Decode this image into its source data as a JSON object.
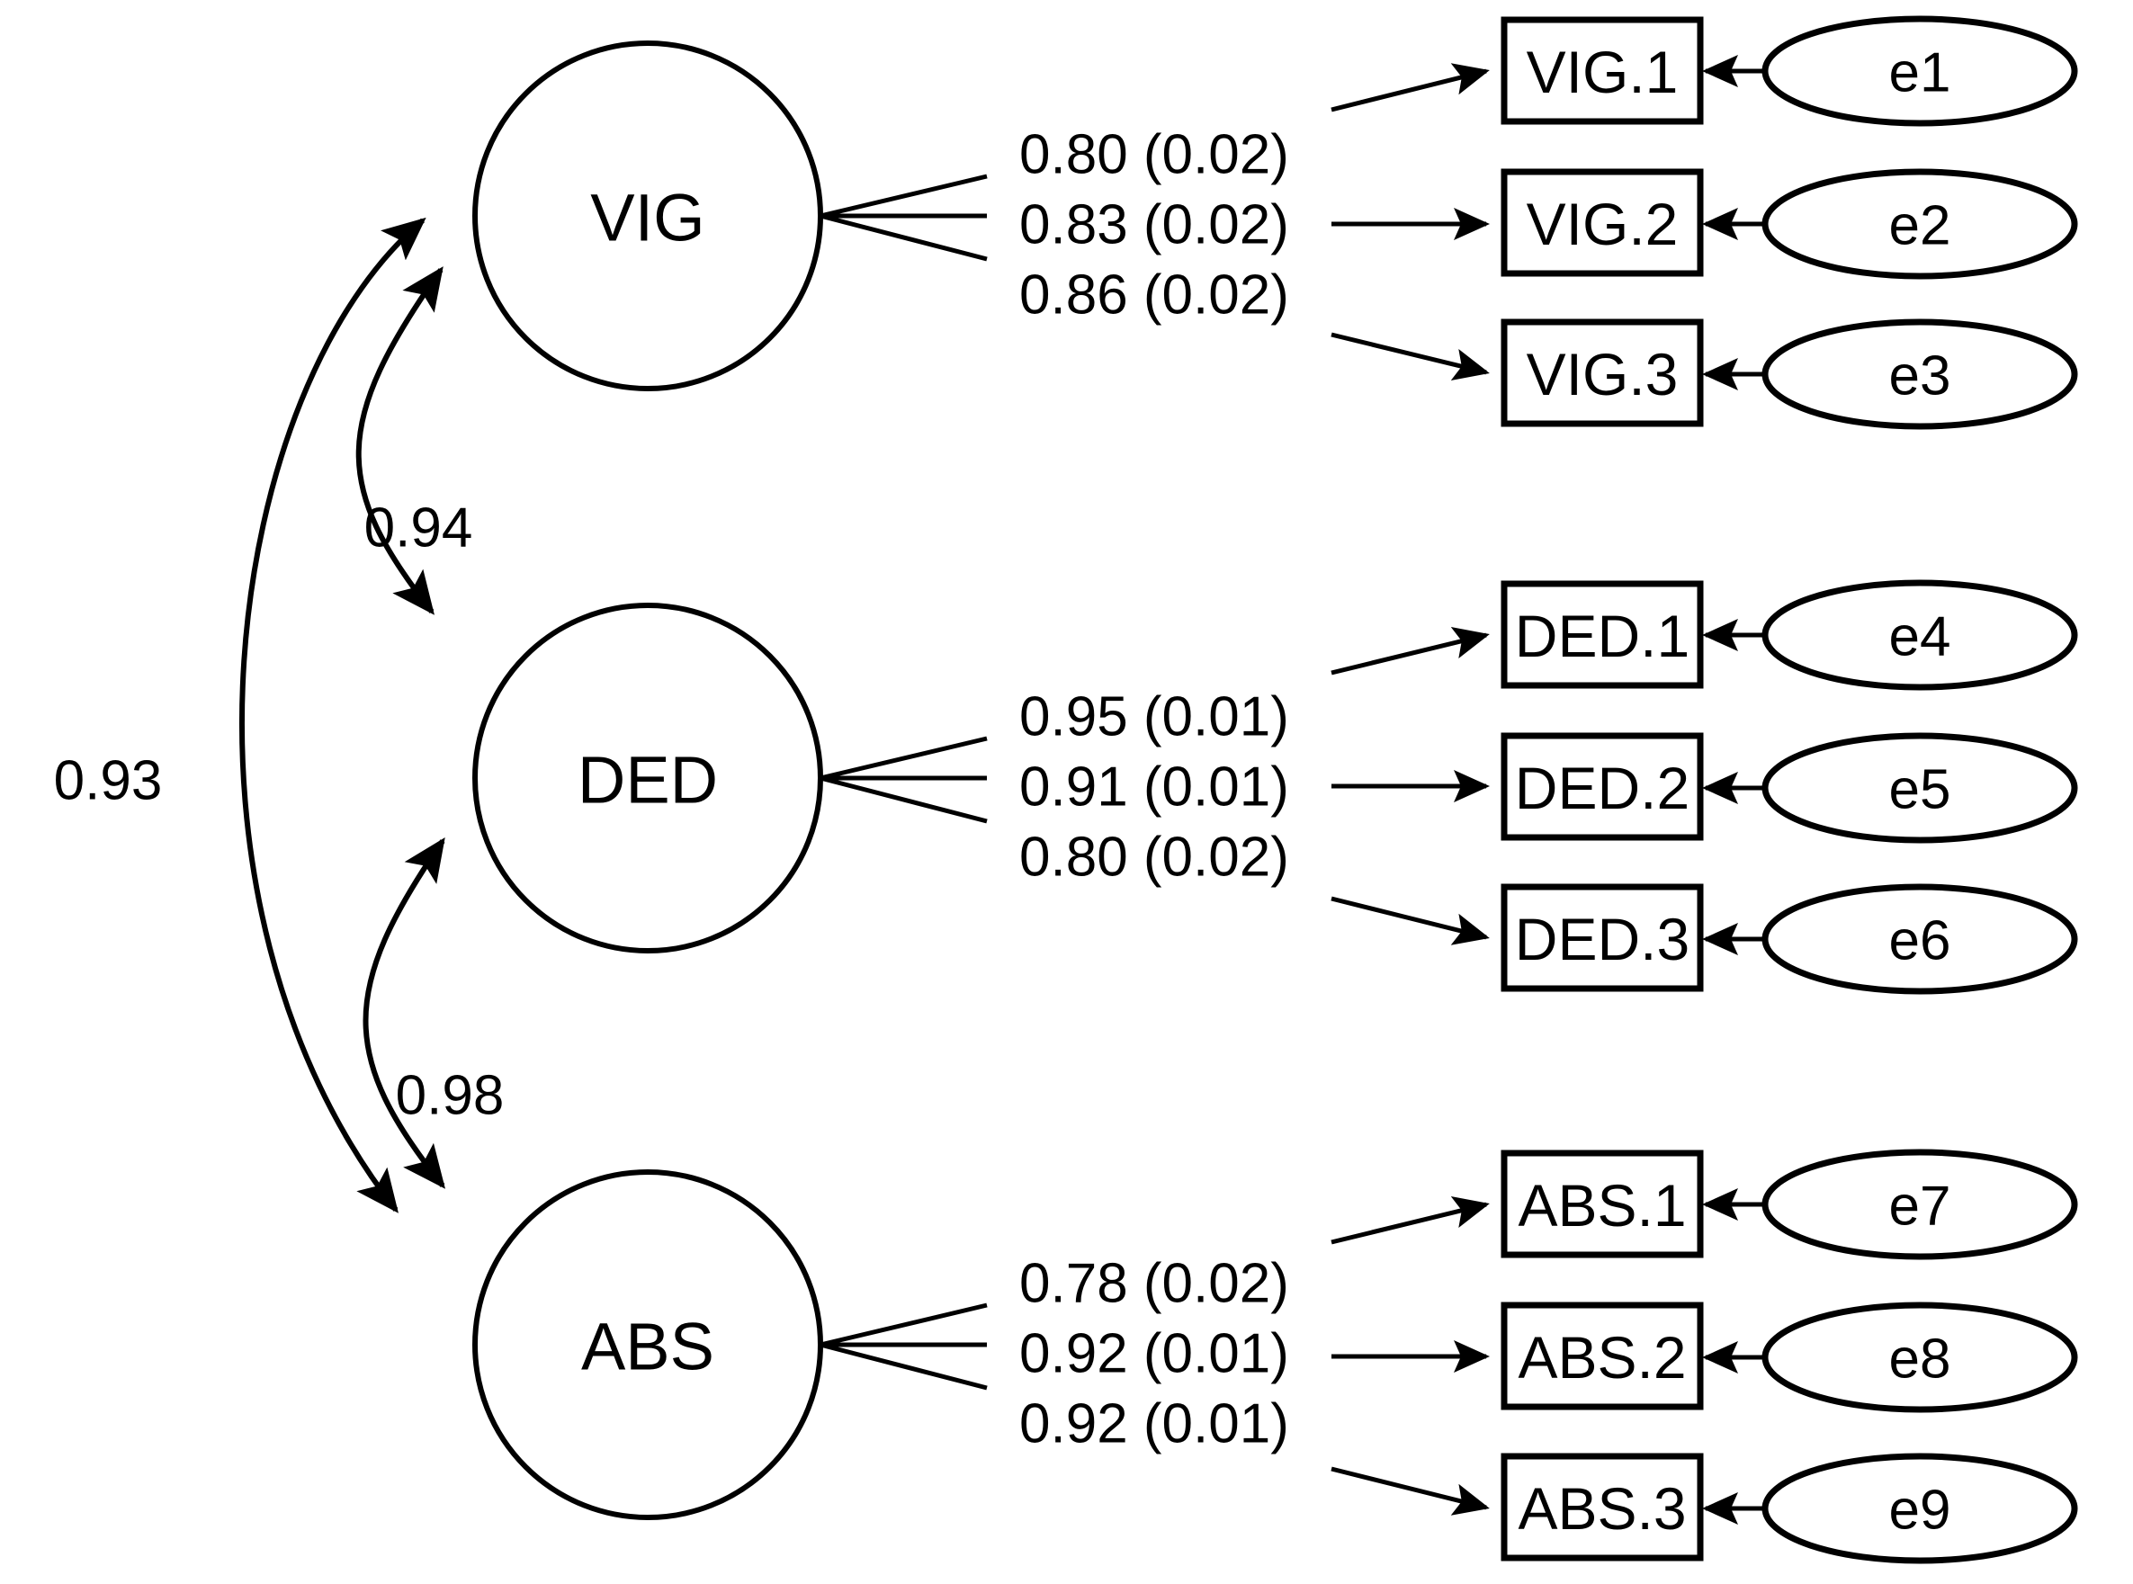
{
  "chart_data": {
    "type": "diagram",
    "title": "",
    "diagram_kind": "confirmatory-factor-analysis-path-diagram",
    "notation": "standardized loading (standard error)",
    "factors": [
      {
        "id": "VIG",
        "label": "VIG",
        "loadings": [
          {
            "indicator": "VIG.1",
            "error": "e1",
            "estimate": 0.8,
            "se": 0.02,
            "text": "0.80 (0.02)"
          },
          {
            "indicator": "VIG.2",
            "error": "e2",
            "estimate": 0.83,
            "se": 0.02,
            "text": "0.83 (0.02)"
          },
          {
            "indicator": "VIG.3",
            "error": "e3",
            "estimate": 0.86,
            "se": 0.02,
            "text": "0.86 (0.02)"
          }
        ]
      },
      {
        "id": "DED",
        "label": "DED",
        "loadings": [
          {
            "indicator": "DED.1",
            "error": "e4",
            "estimate": 0.95,
            "se": 0.01,
            "text": "0.95 (0.01)"
          },
          {
            "indicator": "DED.2",
            "error": "e5",
            "estimate": 0.91,
            "se": 0.01,
            "text": "0.91 (0.01)"
          },
          {
            "indicator": "DED.3",
            "error": "e6",
            "estimate": 0.8,
            "se": 0.02,
            "text": "0.80 (0.02)"
          }
        ]
      },
      {
        "id": "ABS",
        "label": "ABS",
        "loadings": [
          {
            "indicator": "ABS.1",
            "error": "e7",
            "estimate": 0.78,
            "se": 0.02,
            "text": "0.78 (0.02)"
          },
          {
            "indicator": "ABS.2",
            "error": "e8",
            "estimate": 0.92,
            "se": 0.01,
            "text": "0.92 (0.01)"
          },
          {
            "indicator": "ABS.3",
            "error": "e9",
            "estimate": 0.92,
            "se": 0.01,
            "text": "0.92 (0.01)"
          }
        ]
      }
    ],
    "correlations": [
      {
        "between": [
          "VIG",
          "DED"
        ],
        "value": 0.94,
        "text": "0.94"
      },
      {
        "between": [
          "DED",
          "ABS"
        ],
        "value": 0.98,
        "text": "0.98"
      },
      {
        "between": [
          "VIG",
          "ABS"
        ],
        "value": 0.93,
        "text": "0.93"
      }
    ],
    "colors": {
      "stroke": "#000000",
      "fill": "#ffffff",
      "background": "#ffffff"
    }
  },
  "nodes": {
    "vig": {
      "label": "VIG"
    },
    "ded": {
      "label": "DED"
    },
    "abs": {
      "label": "ABS"
    }
  },
  "indicators": {
    "vig1": {
      "label": "VIG.1"
    },
    "vig2": {
      "label": "VIG.2"
    },
    "vig3": {
      "label": "VIG.3"
    },
    "ded1": {
      "label": "DED.1"
    },
    "ded2": {
      "label": "DED.2"
    },
    "ded3": {
      "label": "DED.3"
    },
    "abs1": {
      "label": "ABS.1"
    },
    "abs2": {
      "label": "ABS.2"
    },
    "abs3": {
      "label": "ABS.3"
    }
  },
  "errors": {
    "e1": {
      "label": "e1"
    },
    "e2": {
      "label": "e2"
    },
    "e3": {
      "label": "e3"
    },
    "e4": {
      "label": "e4"
    },
    "e5": {
      "label": "e5"
    },
    "e6": {
      "label": "e6"
    },
    "e7": {
      "label": "e7"
    },
    "e8": {
      "label": "e8"
    },
    "e9": {
      "label": "e9"
    }
  },
  "loadings": {
    "vig": {
      "l1": "0.80 (0.02)",
      "l2": "0.83 (0.02)",
      "l3": "0.86 (0.02)"
    },
    "ded": {
      "l1": "0.95 (0.01)",
      "l2": "0.91 (0.01)",
      "l3": "0.80 (0.02)"
    },
    "abs": {
      "l1": "0.78 (0.02)",
      "l2": "0.92 (0.01)",
      "l3": "0.92 (0.01)"
    }
  },
  "correlations": {
    "vig_ded": "0.94",
    "ded_abs": "0.98",
    "vig_abs": "0.93"
  }
}
